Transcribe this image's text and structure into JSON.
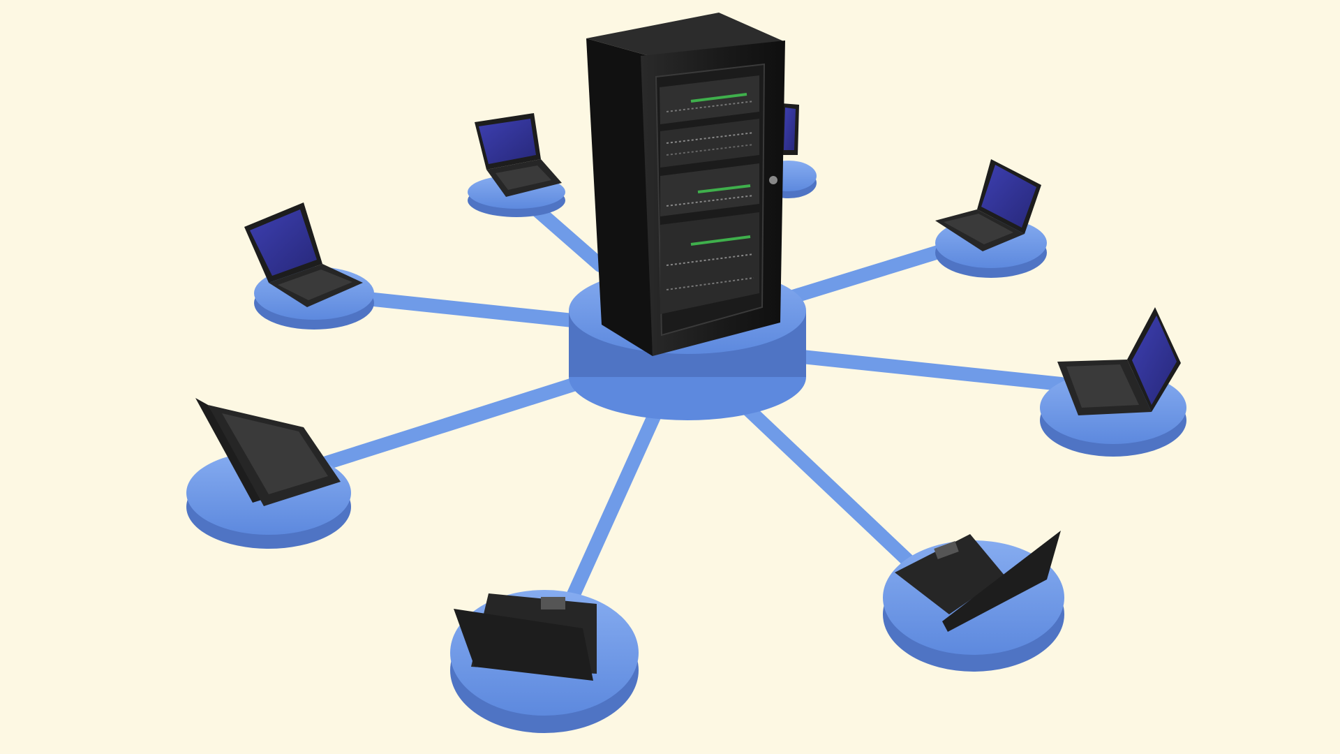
{
  "scene": {
    "background_color": "#fdf8e3",
    "platform_color": "#6f9be8",
    "platform_edge_color": "#4f74c4",
    "cable_color": "#6f9be8",
    "server_color": "#1f1f1f",
    "laptop_body_color": "#222222",
    "laptop_screen_color": "#37389a",
    "server": {
      "name": "server-rack",
      "rack_units": 4
    },
    "laptops": [
      {
        "name": "laptop-top-center",
        "facing": "screen-visible"
      },
      {
        "name": "laptop-top-right-hidden",
        "facing": "screen-visible"
      },
      {
        "name": "laptop-upper-left",
        "facing": "screen-visible"
      },
      {
        "name": "laptop-upper-right",
        "facing": "screen-visible"
      },
      {
        "name": "laptop-right",
        "facing": "screen-visible"
      },
      {
        "name": "laptop-left",
        "facing": "screen-visible"
      },
      {
        "name": "laptop-bottom",
        "facing": "screen-away"
      },
      {
        "name": "laptop-bottom-right",
        "facing": "screen-away"
      }
    ]
  }
}
